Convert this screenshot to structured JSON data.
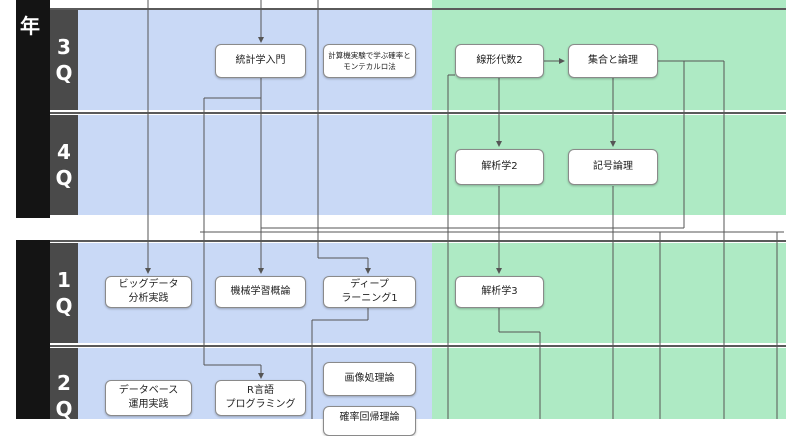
{
  "year_labels": {
    "top": "年"
  },
  "quarters": {
    "q3": {
      "num": "3",
      "q": "Q"
    },
    "q4": {
      "num": "4",
      "q": "Q"
    },
    "q1": {
      "num": "1",
      "q": "Q"
    },
    "q2": {
      "num": "2",
      "q": "Q"
    }
  },
  "nodes": {
    "intro_stats": "統計学入門",
    "prob_stats_exp": "計算機実験で学ぶ確率と\nモンテカルロ法",
    "linear_algebra2": "線形代数2",
    "sets_logic": "集合と論理",
    "analysis2": "解析学2",
    "symbolic_logic": "記号論理",
    "big_data": "ビッグデータ\n分析実践",
    "ml_overview": "機械学習概論",
    "deep_learning1": "ディープ\nラーニング1",
    "analysis3": "解析学3",
    "database": "データベース\n運用実践",
    "r_programming": "R言語\nプログラミング",
    "image_processing": "画像処理論",
    "pattern_recognition": "確率回帰理論"
  },
  "colors": {
    "blue_zone": "#c9d9f6",
    "green_zone": "#aeeac4",
    "year_bar": "#141414",
    "quarter_cell": "#4a4a4a"
  }
}
